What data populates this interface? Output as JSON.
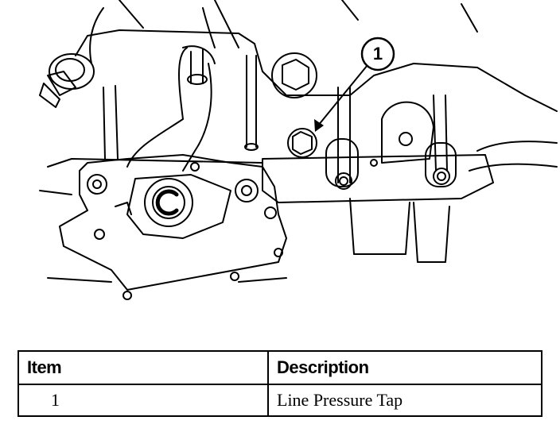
{
  "callouts": [
    {
      "label": "1"
    }
  ],
  "table": {
    "headers": [
      "Item",
      "Description"
    ],
    "rows": [
      {
        "item": "1",
        "description": "Line Pressure Tap"
      }
    ]
  },
  "colors": {
    "ink": "#000000",
    "paper": "#ffffff"
  }
}
